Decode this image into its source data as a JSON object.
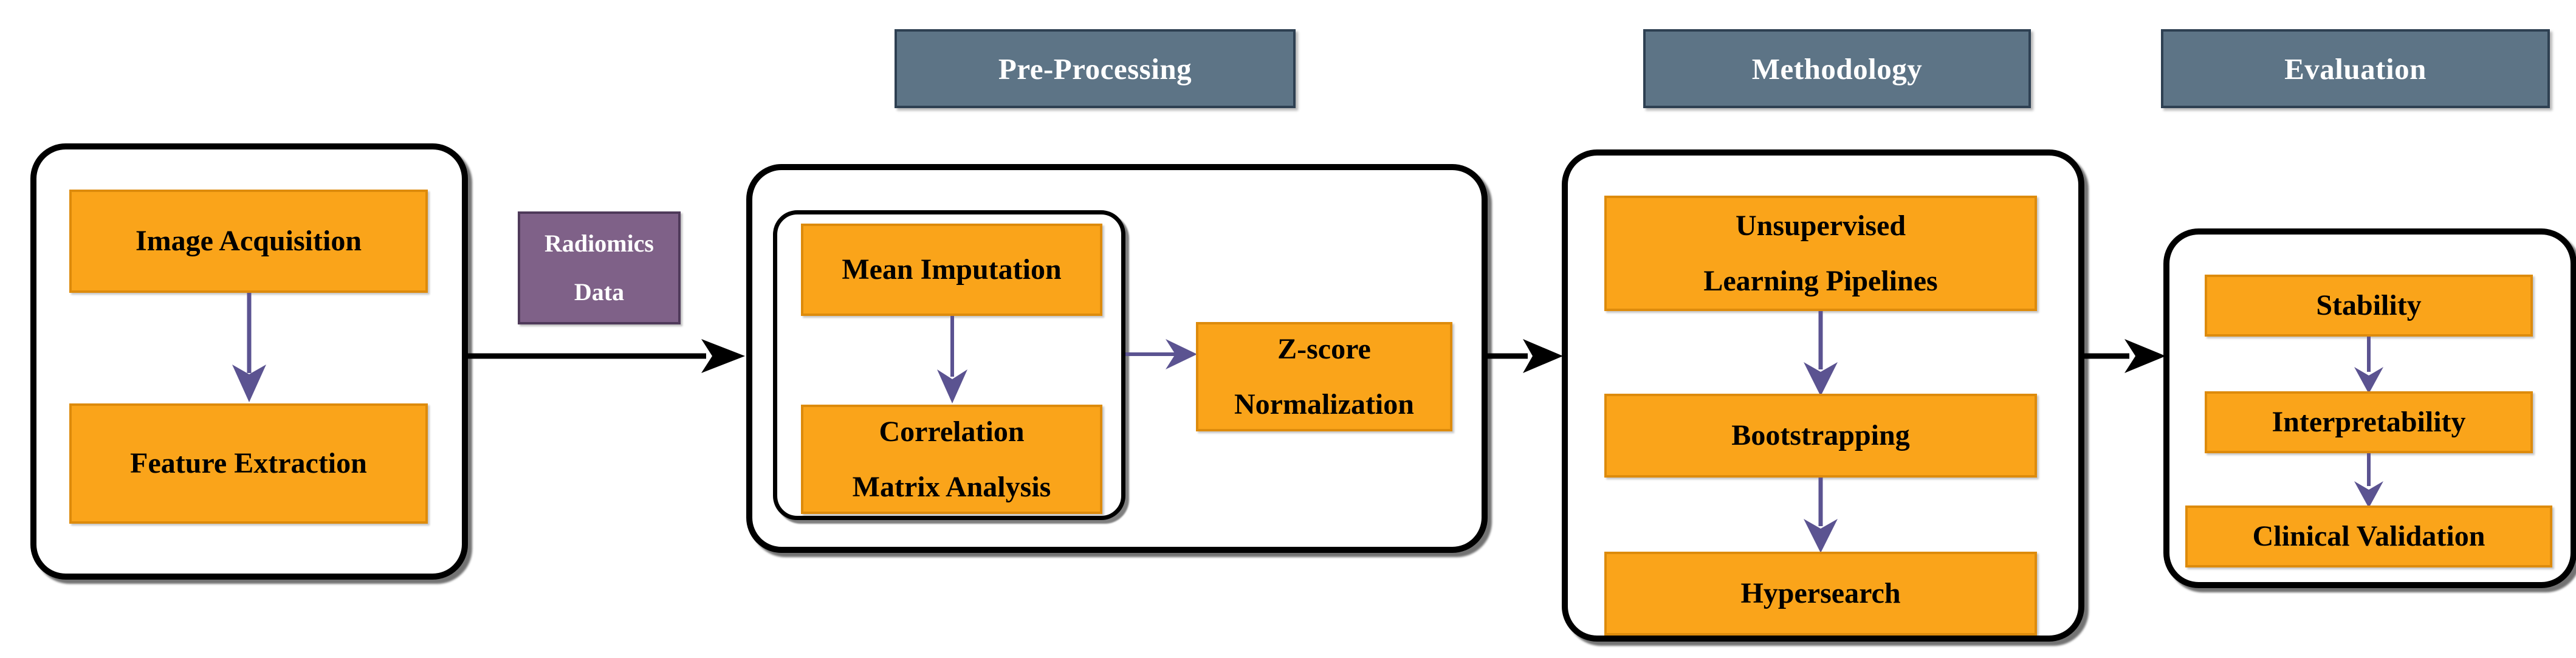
{
  "figure": {
    "kind": "pipeline-flowchart",
    "palette": {
      "node_fill": "#faa41a",
      "node_stroke": "#dd8b0c",
      "header_fill": "#5d7486",
      "header_stroke": "#2e4052",
      "data_chip_fill": "#7f6188",
      "data_chip_stroke": "#4f3a5a",
      "inner_arrow": "#5b5391",
      "stage_arrow": "#000000",
      "container_stroke": "#000000",
      "background": "#ffffff"
    }
  },
  "headers": [
    {
      "id": "pre-processing",
      "label": "Pre-Processing"
    },
    {
      "id": "methodology",
      "label": "Methodology"
    },
    {
      "id": "evaluation",
      "label": "Evaluation"
    }
  ],
  "stages": {
    "acquisition": {
      "nodes": [
        {
          "id": "image-acquisition",
          "label": "Image Acquisition"
        },
        {
          "id": "feature-extraction",
          "label": "Feature Extraction"
        }
      ]
    },
    "preprocessing": {
      "inner_group_nodes": [
        {
          "id": "mean-imputation",
          "label": "Mean Imputation"
        },
        {
          "id": "correlation-matrix-analysis",
          "label": "Correlation\nMatrix Analysis"
        }
      ],
      "outer_nodes": [
        {
          "id": "z-score-normalization",
          "label": "Z-score\nNormalization"
        }
      ]
    },
    "methodology": {
      "nodes": [
        {
          "id": "unsupervised-learning-pipelines",
          "label": "Unsupervised\nLearning Pipelines"
        },
        {
          "id": "bootstrapping",
          "label": "Bootstrapping"
        },
        {
          "id": "hypersearch",
          "label": "Hypersearch"
        }
      ]
    },
    "evaluation": {
      "nodes": [
        {
          "id": "stability",
          "label": "Stability"
        },
        {
          "id": "interpretability",
          "label": "Interpretability"
        },
        {
          "id": "clinical-validation",
          "label": "Clinical Validation"
        }
      ]
    }
  },
  "data_chip": {
    "id": "radiomics-data",
    "label": "Radiomics\nData"
  },
  "connectors": [
    {
      "id": "acquisition-to-preprocessing",
      "from": "acquisition",
      "to": "preprocessing",
      "style": "black-arrow"
    },
    {
      "id": "preprocessing-to-methodology",
      "from": "preprocessing",
      "to": "methodology",
      "style": "black-arrow"
    },
    {
      "id": "methodology-to-evaluation",
      "from": "methodology",
      "to": "evaluation",
      "style": "black-arrow"
    },
    {
      "id": "image-acq-to-feature-ext",
      "from": "image-acquisition",
      "to": "feature-extraction",
      "style": "purple-arrow"
    },
    {
      "id": "mean-imp-to-corr-matrix",
      "from": "mean-imputation",
      "to": "correlation-matrix-analysis",
      "style": "purple-arrow"
    },
    {
      "id": "corr-group-to-zscore",
      "from": "inner-group",
      "to": "z-score-normalization",
      "style": "purple-arrow"
    },
    {
      "id": "unsup-to-bootstrap",
      "from": "unsupervised-learning-pipelines",
      "to": "bootstrapping",
      "style": "purple-arrow"
    },
    {
      "id": "bootstrap-to-hypersearch",
      "from": "bootstrapping",
      "to": "hypersearch",
      "style": "purple-arrow"
    },
    {
      "id": "stability-to-interpret",
      "from": "stability",
      "to": "interpretability",
      "style": "purple-arrow"
    },
    {
      "id": "interpret-to-clinical",
      "from": "interpretability",
      "to": "clinical-validation",
      "style": "purple-arrow"
    }
  ]
}
